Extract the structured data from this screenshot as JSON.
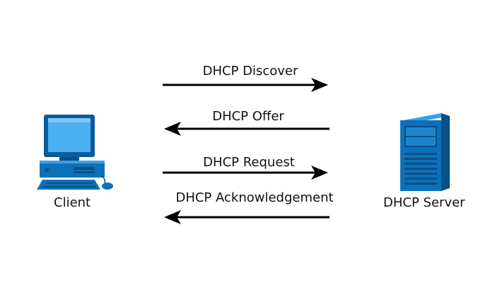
{
  "nodes": {
    "client": {
      "label": "Client",
      "icon": "desktop-computer-icon"
    },
    "server": {
      "label": "DHCP Server",
      "icon": "server-tower-icon"
    }
  },
  "messages": [
    {
      "label": "DHCP Discover",
      "direction": "client-to-server"
    },
    {
      "label": "DHCP Offer",
      "direction": "server-to-client"
    },
    {
      "label": "DHCP Request",
      "direction": "client-to-server"
    },
    {
      "label": "DHCP Acknowledgement",
      "direction": "server-to-client"
    }
  ],
  "colors": {
    "device_blue": "#0B72B9",
    "device_dark": "#0A4F86",
    "device_light": "#3DA0E0",
    "arrow": "#000000"
  }
}
